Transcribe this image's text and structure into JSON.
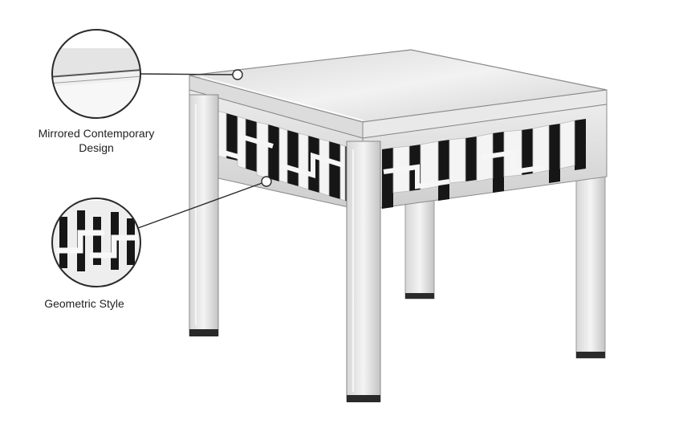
{
  "callouts": {
    "mirrored": {
      "line1": "Mirrored Contemporary",
      "line2": "Design"
    },
    "geometric": {
      "text": "Geometric Style"
    }
  },
  "colors": {
    "background": "#ffffff",
    "mirror_light": "#e6e6e6",
    "mirror_mid": "#c9c9c9",
    "mirror_dark": "#1a1a1a",
    "callout_stroke": "#2a2a2a"
  }
}
